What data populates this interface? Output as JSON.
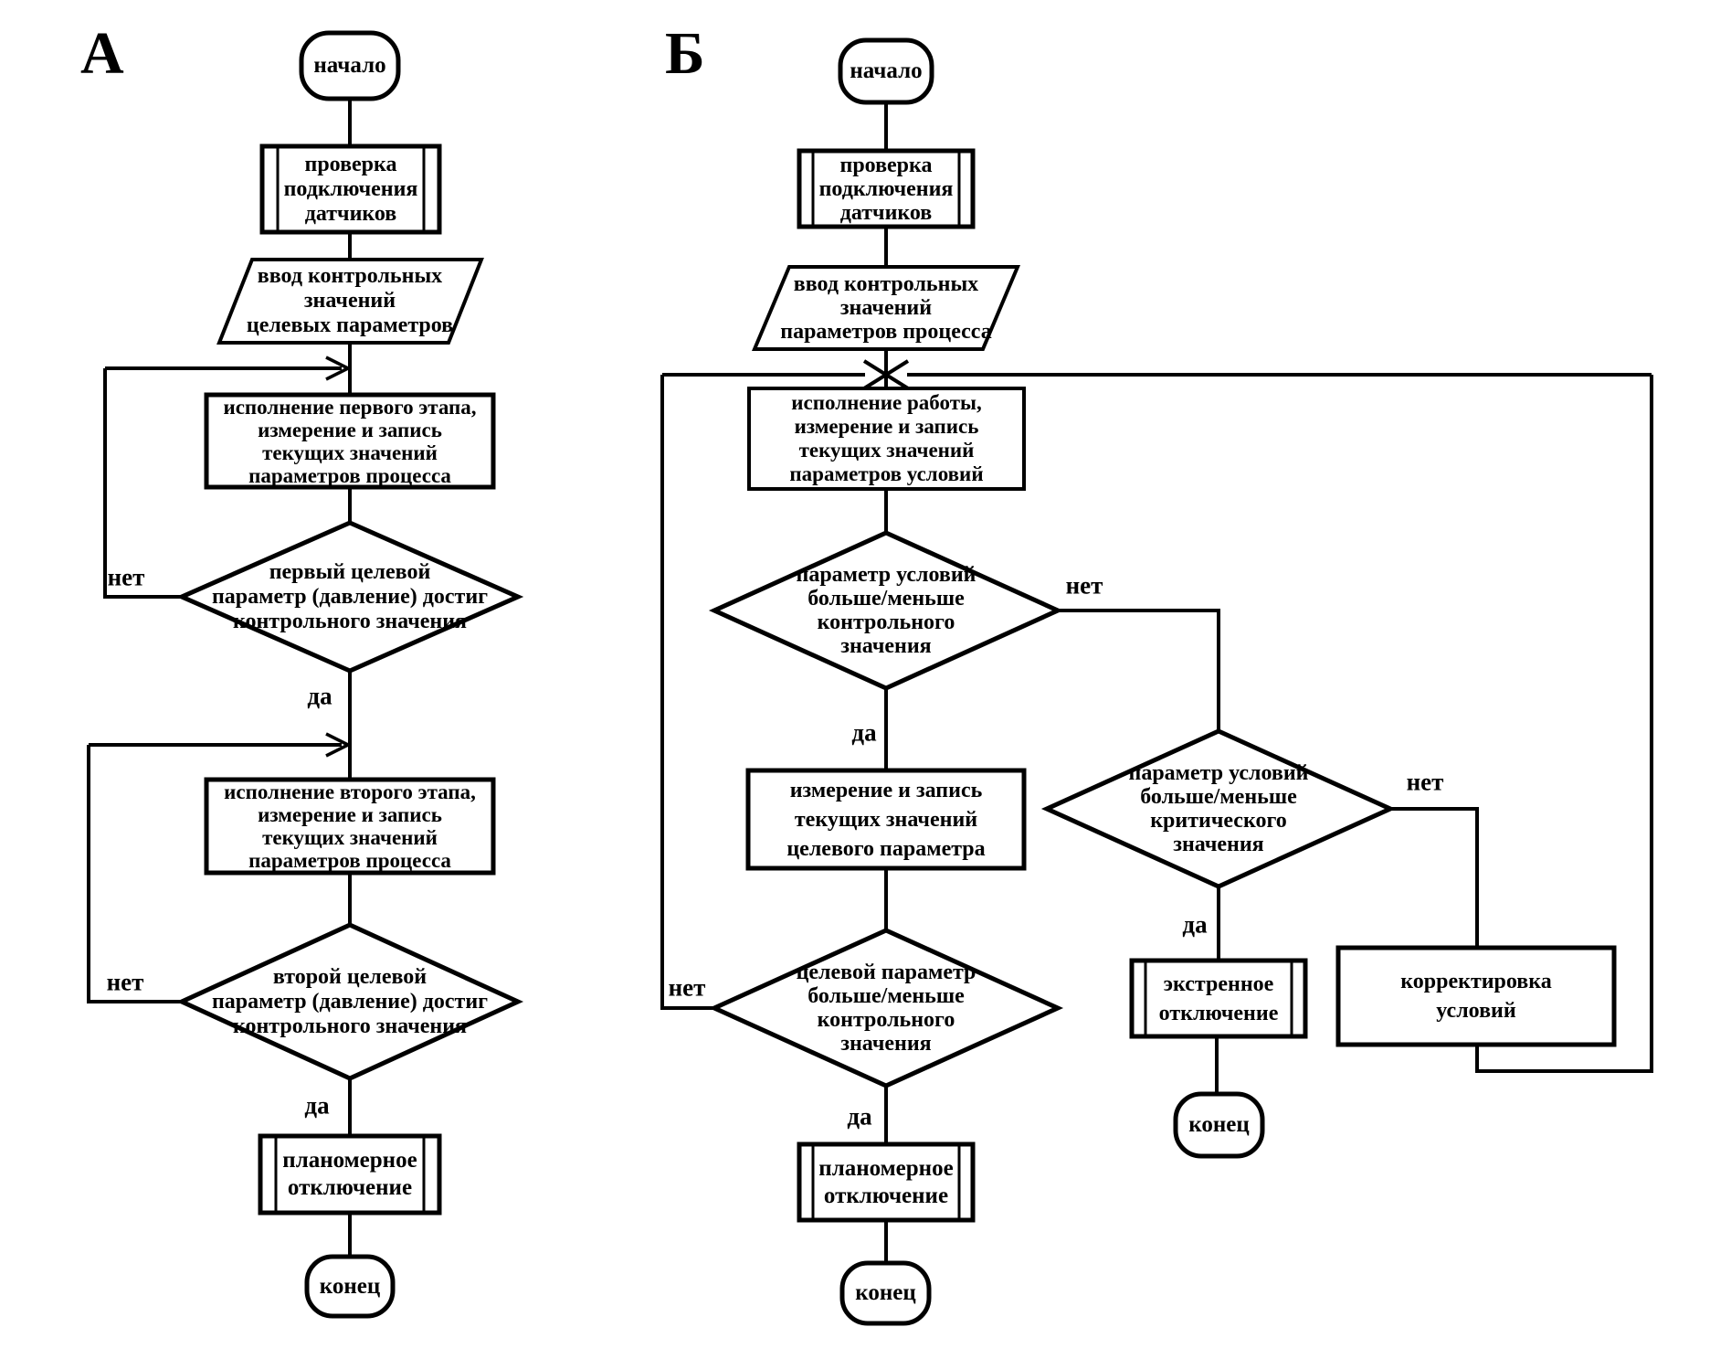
{
  "diagram": {
    "type": "flowchart-pair",
    "edge_labels": {
      "yes": "да",
      "no": "нет"
    },
    "panel_a": {
      "panel_label": "А",
      "start": "начало",
      "check_sensors": "проверка\nподключения\nдатчиков",
      "input_values": "ввод контрольных\nзначений\nцелевых параметров",
      "stage1": "исполнение первого этапа,\nизмерение и запись\nтекущих значений\nпараметров процесса",
      "decision1": "первый целевой\nпараметр (давление) достиг\nконтрольного значения",
      "stage2": "исполнение второго этапа,\nизмерение и запись\nтекущих значений\nпараметров процесса",
      "decision2": "второй целевой\nпараметр (давление) достиг\nконтрольного значения",
      "shutdown": "планомерное\nотключение",
      "end": "конец"
    },
    "panel_b": {
      "panel_label": "Б",
      "start": "начало",
      "check_sensors": "проверка\nподключения\nдатчиков",
      "input_values": "ввод контрольных\nзначений\nпараметров процесса",
      "work": "исполнение работы,\nизмерение и запись\nтекущих значений\nпараметров условий",
      "decision_control": "параметр условий\nбольше/меньше\nконтрольного\nзначения",
      "measure_target": "измерение и запись\nтекущих значений\nцелевого параметра",
      "decision_target": "целевой параметр\nбольше/меньше\nконтрольного\nзначения",
      "decision_critical": "параметр условий\nбольше/меньше\nкритического\nзначения",
      "emergency_shutdown": "экстренное\nотключение",
      "adjust_conditions": "корректировка\nусловий",
      "shutdown": "планомерное\nотключение",
      "end_main": "конец",
      "end_emergency": "конец"
    }
  }
}
